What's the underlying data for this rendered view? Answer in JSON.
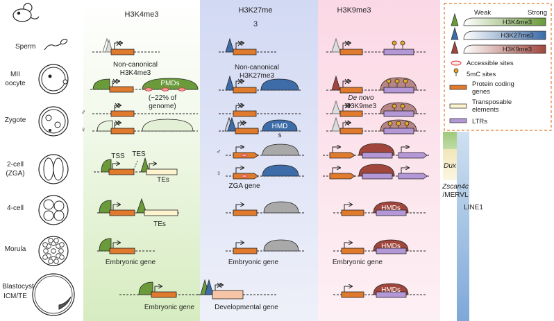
{
  "columns": {
    "k4": "H3K4me3",
    "k27_line1": "H3K27me",
    "k27_line2": "3",
    "k9": "H3K9me3"
  },
  "stages": {
    "sperm": "Sperm",
    "mii_1": "MII",
    "mii_2": "oocyte",
    "zygote": "Zygote",
    "cell2_1": "2-cell",
    "cell2_2": "(ZGA)",
    "cell4": "4-cell",
    "morula": "Morula",
    "blast_1": "Blastocyst",
    "blast_2": "ICM/TE"
  },
  "symbols": {
    "male": "♂",
    "female": "♀"
  },
  "annotations": {
    "noncanon_k4_1": "Non-canonical",
    "noncanon_k4_2": "H3K4me3",
    "pmds": "PMDs",
    "genome_1": "(~22% of",
    "genome_2": "genome)",
    "noncanon_k27_1": "Non-canonical",
    "noncanon_k27_2": "H3K27me3",
    "denovo_1": "De novo",
    "denovo_2": "H3K9me3",
    "hmd_1": "HMD",
    "hmd_2": "s",
    "tss": "TSS",
    "tes": "TES",
    "tes_2cell": "TEs",
    "tes_4cell": "TEs",
    "zga_gene": "ZGA gene",
    "hmds_4cell": "HMDs",
    "hmds_morula": "HMDs",
    "hmds_blast": "HMDs",
    "embryonic_k4_morula": "Embryonic gene",
    "embryonic_k27_morula": "Embryonic gene",
    "embryonic_k9_morula": "Embryonic gene",
    "embryonic_k4_blast": "Embryonic gene",
    "developmental_gene": "Developmental gene"
  },
  "side_bars": {
    "dux": "Dux",
    "zscan_1": "Zscan4c",
    "zscan_2": "/MERVL",
    "line1": "LINE1"
  },
  "legend": {
    "weak": "Weak",
    "strong": "Strong",
    "k4": "H3K4me3",
    "k27": "H3K27me3",
    "k9": "H3K9me3",
    "accessible": "Accessible sites",
    "mc5": "5mC sites",
    "protein_1": "Protein coding",
    "protein_2": "genes",
    "te_1": "Transposable",
    "te_2": "elements",
    "ltrs": "LTRs"
  },
  "colors": {
    "k4": "#6a9a3a",
    "k27": "#3d6ca8",
    "k9": "#a0463c",
    "gene": "#e07b2e",
    "te": "#fdf3cf",
    "ltr": "#b497d6",
    "grey_domain": "#a9a9a9",
    "k9_domain": "#b98686",
    "mc5": "#e5a92a",
    "col_k4_bg": "#eaf5df",
    "col_k27_bg": "#dfe4f5",
    "col_k9_bg": "#fbe1ea"
  }
}
